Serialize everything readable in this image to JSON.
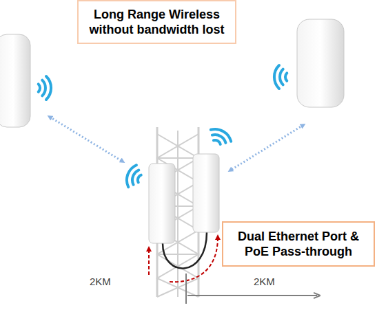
{
  "diagram": {
    "title": "Long Range Wireless without bandwidth lost",
    "nodes": [
      {
        "text": [
          "Dual Ethernet Port & PoE Pass-through"
        ]
      }
    ],
    "labels": [
      "2KM",
      "2KM"
    ]
  }
}
